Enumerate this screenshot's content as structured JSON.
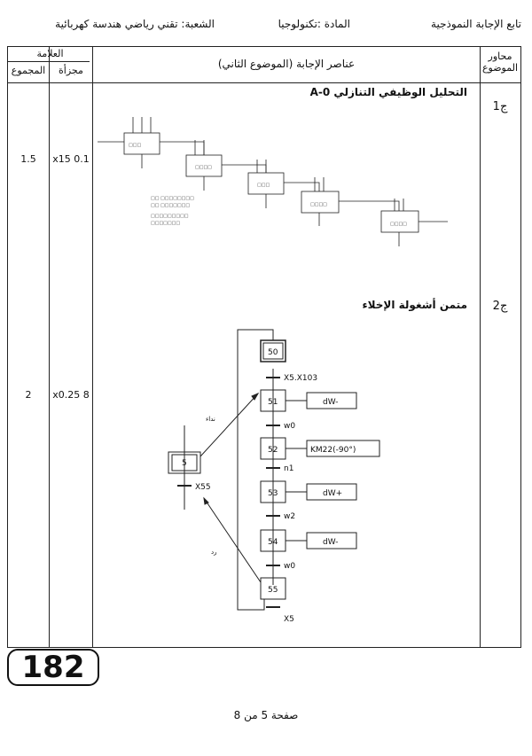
{
  "header": {
    "title": "تابع الإجابة النموذجية",
    "subject": "المادة :تكنولوجيا",
    "branch": "الشعبة:  تقني رياضي هندسة كهربائية"
  },
  "table": {
    "col_axes": "محاور الموضوع",
    "col_elements": "عناصر الإجابة (الموضوع الثاني)",
    "col_mark": "العلامة",
    "col_partial": "مجزأة",
    "col_total": "المجموع"
  },
  "rows": [
    {
      "question": "ج1",
      "heading": "التحليل الوظيفي التنازلي A-0",
      "partial": "0.1 x15",
      "total": "1.5"
    },
    {
      "question": "ج2",
      "heading": "متمن أشغولة الإخلاء",
      "partial": "8 x0.25",
      "total": "2"
    }
  ],
  "grafcet": {
    "steps": [
      "50",
      "51",
      "52",
      "53",
      "54",
      "55"
    ],
    "actions": [
      "dW-",
      "KM22(-90°)",
      "dW+",
      "dW-"
    ],
    "transitions": [
      "X5.X103",
      "w0",
      "n1",
      "w2",
      "w0",
      "X5"
    ],
    "side_step": "5",
    "side_transition": "X55",
    "arrow_call": "نداء",
    "arrow_return": "رد"
  },
  "score": "182",
  "footer": "صفحة 5 من 8"
}
